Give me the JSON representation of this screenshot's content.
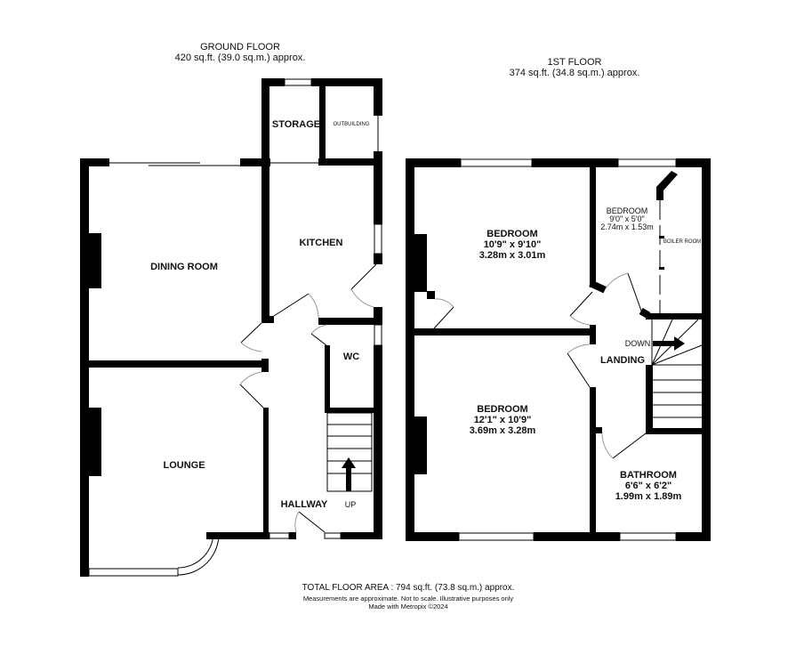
{
  "ground_floor": {
    "title": "GROUND FLOOR",
    "area": "420 sq.ft. (39.0 sq.m.) approx.",
    "rooms": {
      "storage": "STORAGE",
      "outbuilding": "OUTBUILDING",
      "kitchen": "KITCHEN",
      "dining": "DINING ROOM",
      "wc": "WC",
      "lounge": "LOUNGE",
      "hallway": "HALLWAY",
      "up": "UP"
    }
  },
  "first_floor": {
    "title": "1ST FLOOR",
    "area": "374 sq.ft. (34.8 sq.m.) approx.",
    "rooms": {
      "bedroom1": {
        "name": "BEDROOM",
        "imperial": "10'9\"  x 9'10\"",
        "metric": "3.28m  x 3.01m"
      },
      "bedroom2": {
        "name": "BEDROOM",
        "imperial": "9'0\"  x 5'0\"",
        "metric": "2.74m  x 1.53m"
      },
      "boiler": "BOILER ROOM",
      "bedroom3": {
        "name": "BEDROOM",
        "imperial": "12'1\"  x 10'9\"",
        "metric": "3.69m  x 3.28m"
      },
      "landing": "LANDING",
      "down": "DOWN",
      "bathroom": {
        "name": "BATHROOM",
        "imperial": "6'6\"  x 6'2\"",
        "metric": "1.99m  x 1.89m"
      }
    }
  },
  "footer": {
    "total": "TOTAL FLOOR AREA : 794 sq.ft. (73.8 sq.m.) approx.",
    "disclaimer": "Measurements are approximate.  Not to scale.  Illustrative purposes only",
    "credit": "Made with Metropix ©2024"
  }
}
